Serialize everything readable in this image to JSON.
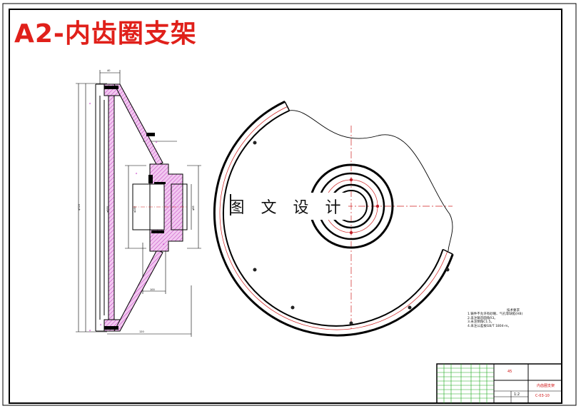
{
  "drawing": {
    "title": "A2-内齿圈支架",
    "watermark": "图 文 设 计"
  },
  "notes": {
    "heading": "技术要求",
    "lines": [
      "1.铸件不允许有砂眼、气孔等缺陷(HB)",
      "2.未注铸造圆角R3。",
      "3.未注倒角C1.5。",
      "4.未注公差按GB/T 1804-m。"
    ]
  },
  "title_block": {
    "material": "45",
    "part_name": "内齿圈支架",
    "drawing_no": "C-03-10",
    "company": "",
    "scale": "1:2"
  }
}
